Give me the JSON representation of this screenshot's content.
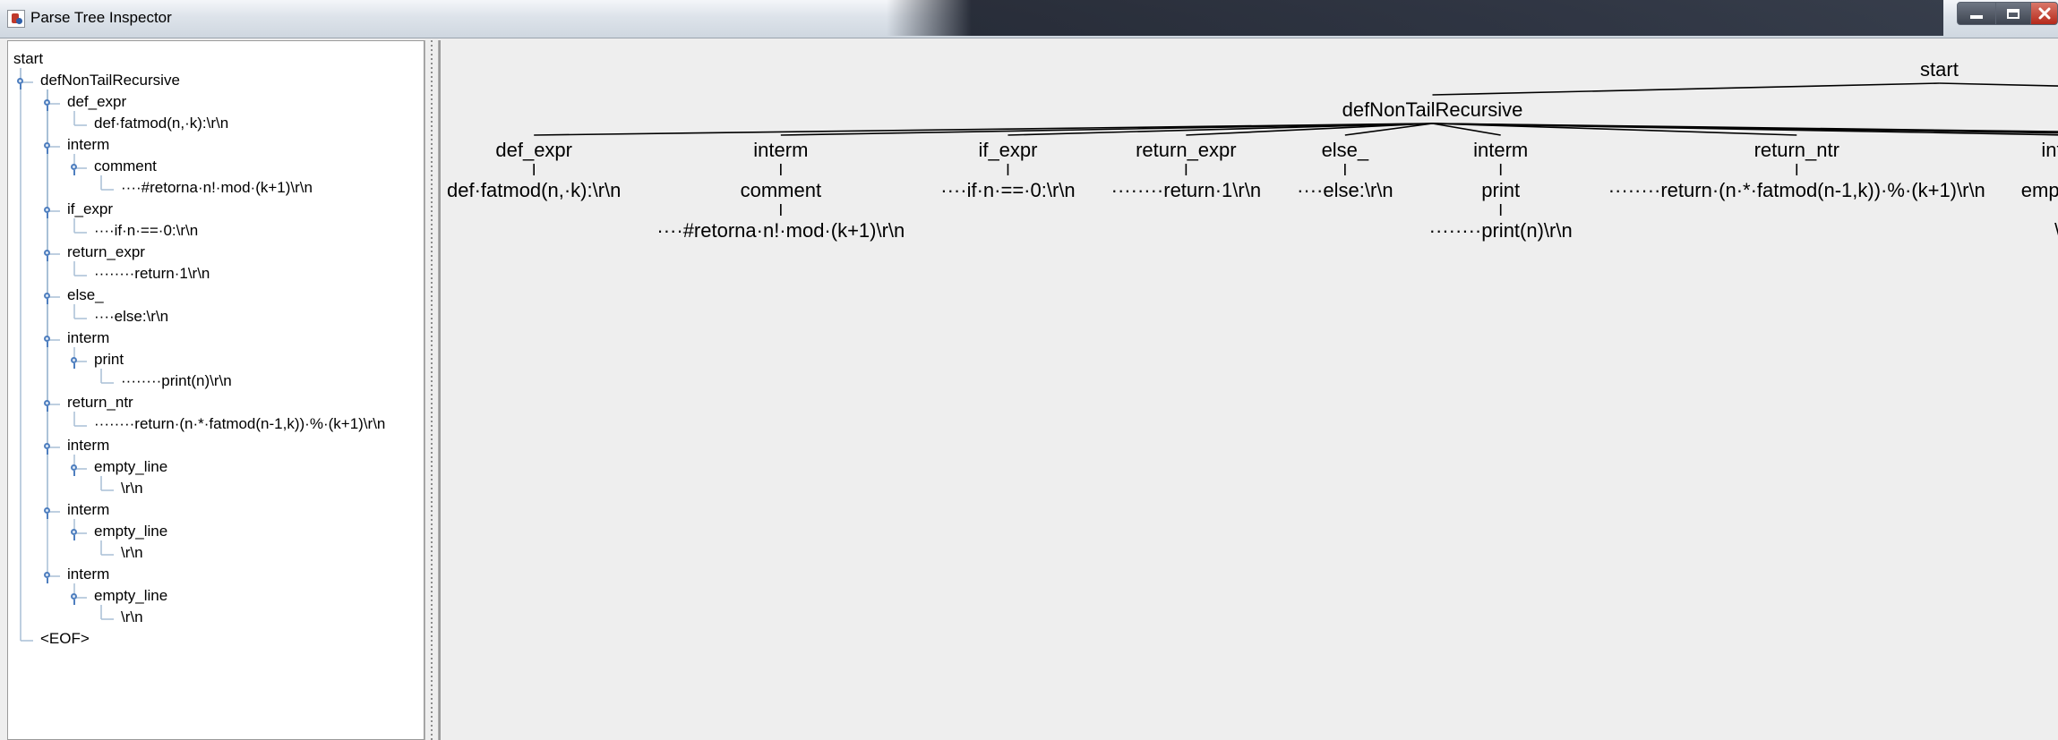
{
  "window": {
    "title": "Parse Tree Inspector"
  },
  "tree_list": {
    "items": [
      {
        "label": "start",
        "depth": 0,
        "expandable": false
      },
      {
        "label": "defNonTailRecursive",
        "depth": 1,
        "expandable": true
      },
      {
        "label": "def_expr",
        "depth": 2,
        "expandable": true
      },
      {
        "label": "def·fatmod(n,·k):\\r\\n",
        "depth": 3,
        "expandable": false
      },
      {
        "label": "interm",
        "depth": 2,
        "expandable": true
      },
      {
        "label": "comment",
        "depth": 3,
        "expandable": true
      },
      {
        "label": "····#retorna·n!·mod·(k+1)\\r\\n",
        "depth": 4,
        "expandable": false
      },
      {
        "label": "if_expr",
        "depth": 2,
        "expandable": true
      },
      {
        "label": "····if·n·==·0:\\r\\n",
        "depth": 3,
        "expandable": false
      },
      {
        "label": "return_expr",
        "depth": 2,
        "expandable": true
      },
      {
        "label": "········return·1\\r\\n",
        "depth": 3,
        "expandable": false
      },
      {
        "label": "else_",
        "depth": 2,
        "expandable": true
      },
      {
        "label": "····else:\\r\\n",
        "depth": 3,
        "expandable": false
      },
      {
        "label": "interm",
        "depth": 2,
        "expandable": true
      },
      {
        "label": "print",
        "depth": 3,
        "expandable": true
      },
      {
        "label": "········print(n)\\r\\n",
        "depth": 4,
        "expandable": false
      },
      {
        "label": "return_ntr",
        "depth": 2,
        "expandable": true
      },
      {
        "label": "········return·(n·*·fatmod(n-1,k))·%·(k+1)\\r\\n",
        "depth": 3,
        "expandable": false
      },
      {
        "label": "interm",
        "depth": 2,
        "expandable": true
      },
      {
        "label": "empty_line",
        "depth": 3,
        "expandable": true
      },
      {
        "label": "\\r\\n",
        "depth": 4,
        "expandable": false
      },
      {
        "label": "interm",
        "depth": 2,
        "expandable": true
      },
      {
        "label": "empty_line",
        "depth": 3,
        "expandable": true
      },
      {
        "label": "\\r\\n",
        "depth": 4,
        "expandable": false
      },
      {
        "label": "interm",
        "depth": 2,
        "expandable": true
      },
      {
        "label": "empty_line",
        "depth": 3,
        "expandable": true
      },
      {
        "label": "\\r\\n",
        "depth": 4,
        "expandable": false
      },
      {
        "label": "<EOF>",
        "depth": 1,
        "expandable": false
      }
    ]
  },
  "parse_graph": {
    "root": {
      "label": "start",
      "children": [
        {
          "label": "defNonTailRecursive",
          "children": [
            {
              "label": "def_expr",
              "children": [
                {
                  "label": "def·fatmod(n,·k):\\r\\n"
                }
              ]
            },
            {
              "label": "interm",
              "children": [
                {
                  "label": "comment",
                  "children": [
                    {
                      "label": "····#retorna·n!·mod·(k+1)\\r\\n"
                    }
                  ]
                }
              ]
            },
            {
              "label": "if_expr",
              "children": [
                {
                  "label": "····if·n·==·0:\\r\\n"
                }
              ]
            },
            {
              "label": "return_expr",
              "children": [
                {
                  "label": "········return·1\\r\\n"
                }
              ]
            },
            {
              "label": "else_",
              "children": [
                {
                  "label": "····else:\\r\\n"
                }
              ]
            },
            {
              "label": "interm",
              "children": [
                {
                  "label": "print",
                  "children": [
                    {
                      "label": "········print(n)\\r\\n"
                    }
                  ]
                }
              ]
            },
            {
              "label": "return_ntr",
              "children": [
                {
                  "label": "········return·(n·*·fatmod(n-1,k))·%·(k+1)\\r\\n"
                }
              ]
            },
            {
              "label": "interm",
              "children": [
                {
                  "label": "empty_line",
                  "children": [
                    {
                      "label": "\\r\\n"
                    }
                  ]
                }
              ]
            },
            {
              "label": "interm",
              "children": [
                {
                  "label": "empty_line",
                  "children": [
                    {
                      "label": "\\r\\n"
                    }
                  ]
                }
              ]
            },
            {
              "label": "interm",
              "children": [
                {
                  "label": "empty_line",
                  "children": [
                    {
                      "label": "\\r\\n"
                    }
                  ]
                }
              ]
            }
          ]
        },
        {
          "label": "<EOF>"
        }
      ]
    }
  },
  "colors": {
    "tree_line": "#a8bfd6",
    "tree_handle": "#4f7fbf",
    "graph_line": "#000000",
    "panel_bg": "#eeeeee"
  }
}
